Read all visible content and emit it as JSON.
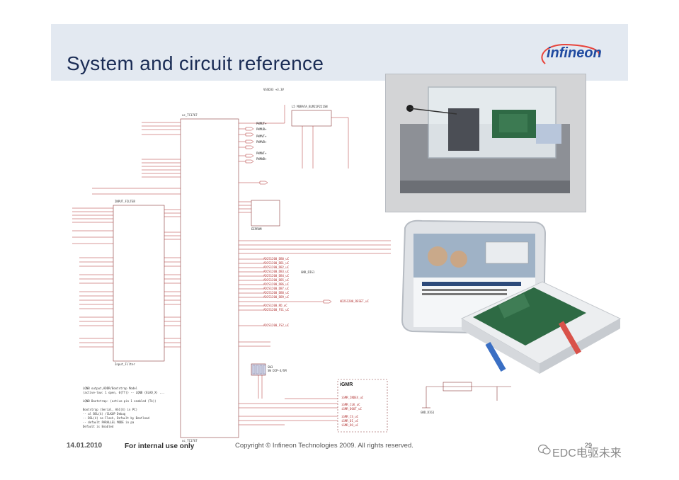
{
  "slide": {
    "title": "System and circuit reference",
    "logo_text": "infineon",
    "footer": {
      "date": "14.01.2010",
      "internal": "For internal use only",
      "copyright": "Copyright © Infineon Technologies 2009. All rights reserved.",
      "page": "29"
    },
    "watermark": "EDC电驱未来",
    "colors": {
      "header_band": "#e3e9f1",
      "title": "#1a2c55",
      "logo": "#1f4aa0",
      "net": "#b03030"
    }
  },
  "schematic": {
    "supply": "VSSD33 +3.3V",
    "inductor": "L5 MURATA_BLM21P221SN",
    "mcu_top": "uc_TC1767",
    "mcu_bottom": "uc_TC1767",
    "pwm_labels": [
      "PWMUT+",
      "PWMUB+",
      "PWMVT+",
      "PWMVB+",
      "PWMWT+",
      "PWMWB+"
    ],
    "input_filter": "INPUT_FILTER",
    "filter_block": "Input_Filter",
    "eeprom": "EEPROM",
    "gmr_label": "iGMR",
    "gmr_signals": [
      "iGMR_INDEX_uC",
      "iGMR_CLK_uC",
      "iGMR_DOUT_uC",
      "iGMR_CS_uC",
      "iGMR_DI_uC",
      "iGMR_DO_uC"
    ],
    "adc_signals": [
      "AD2S1200_DB0_uC",
      "AD2S1200_DB1_uC",
      "AD2S1200_DB2_uC",
      "AD2S1200_DB3_uC",
      "AD2S1200_DB4_uC",
      "AD2S1200_DB5_uC",
      "AD2S1200_DB6_uC",
      "AD2S1200_DB7_uC",
      "AD2S1200_DB8_uC",
      "AD2S1200_DB9_uC",
      "AD2S1200_RD_uC",
      "AD2S1200_FS1_uC",
      "AD2S1200_FS2_uC"
    ],
    "switch": "SW3 SW DIP-4/SM",
    "gnd": "GND_DIG1"
  }
}
